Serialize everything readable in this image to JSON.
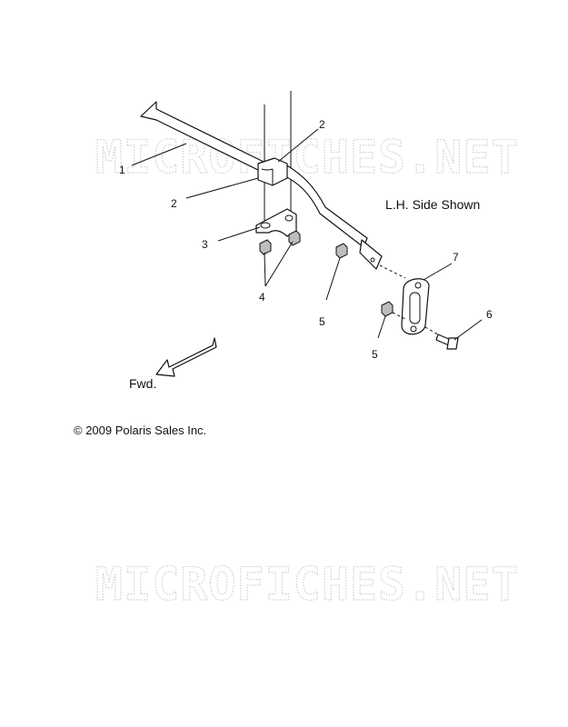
{
  "watermark": {
    "text": "MICROFICHES.NET"
  },
  "diagram": {
    "side_note": "L.H. Side Shown",
    "direction_label": "Fwd.",
    "copyright": "© 2009 Polaris Sales Inc."
  },
  "callouts": [
    {
      "number": "1",
      "part": "stabilizer-bar"
    },
    {
      "number": "2",
      "part": "bushing"
    },
    {
      "number": "2",
      "part": "bushing"
    },
    {
      "number": "3",
      "part": "bracket"
    },
    {
      "number": "4",
      "part": "nut"
    },
    {
      "number": "5",
      "part": "nut"
    },
    {
      "number": "5",
      "part": "nut"
    },
    {
      "number": "6",
      "part": "bolt"
    },
    {
      "number": "7",
      "part": "link"
    }
  ]
}
